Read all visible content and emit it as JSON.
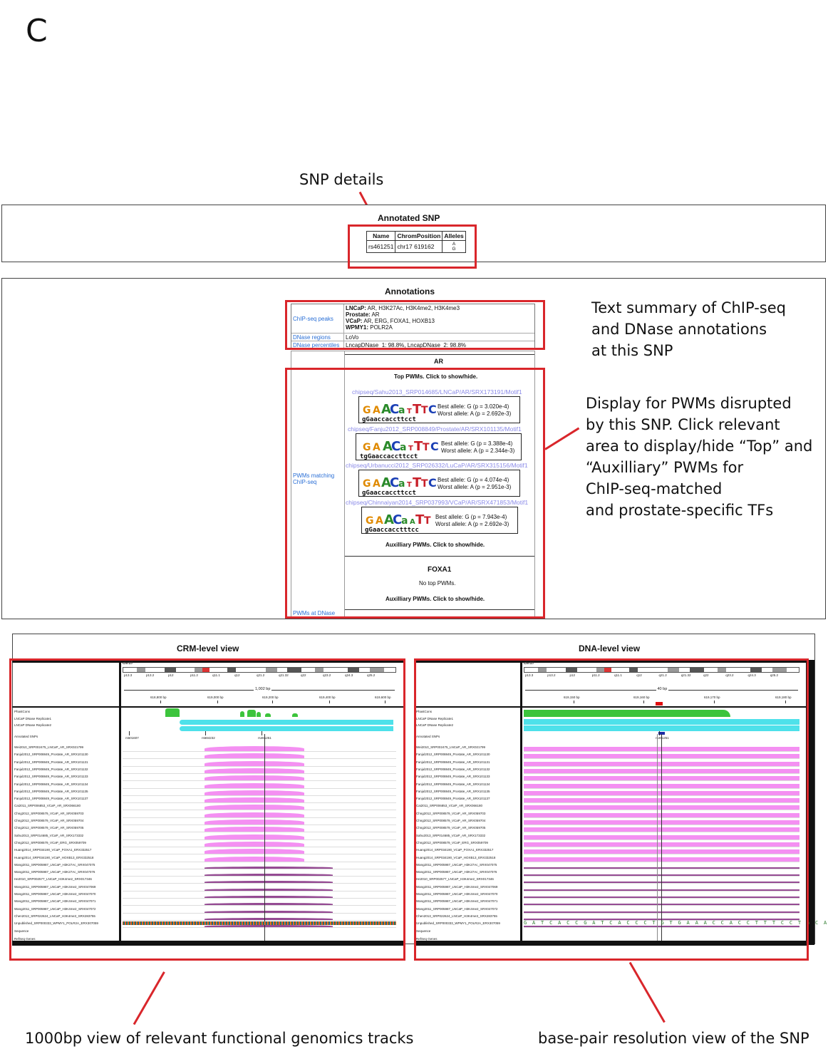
{
  "panel_label": "C",
  "callouts": {
    "snp_details": "SNP details",
    "text_summary": [
      "Text summary of ChIP-seq",
      "and DNase annotations",
      "at this SNP"
    ],
    "pwm_display": [
      "Display for PWMs disrupted",
      "by this SNP.  Click relevant",
      "area to display/hide “Top” and",
      "“Auxilliary” PWMs for",
      "ChIP-seq-matched",
      "and prostate-specific TFs"
    ],
    "crm_caption": "1000bp view of relevant functional genomics tracks",
    "dna_caption": "base-pair resolution view of the SNP"
  },
  "annotated_snp": {
    "title": "Annotated SNP",
    "headers": [
      "Name",
      "ChromPosition",
      "Alleles"
    ],
    "row": {
      "name": "rs461251",
      "chrom": "chr17",
      "position": "619162",
      "allele_a": "A",
      "allele_g": "G"
    }
  },
  "annotations": {
    "title": "Annotations",
    "chipseq_key": "ChIP-seq peaks",
    "chipseq_lines": [
      {
        "cell": "LNCaP:",
        "tfs": "AR, H3K27Ac, H3K4me2, H3K4me3"
      },
      {
        "cell": "Prostate:",
        "tfs": "AR"
      },
      {
        "cell": "VCaP:",
        "tfs": "AR, ERG, FOXA1, HOXB13"
      },
      {
        "cell": "WPMY1:",
        "tfs": "POLR2A"
      }
    ],
    "dnase_key": "DNase regions",
    "dnase_val": "LoVo",
    "dnase_pct_key": "DNase percentiles",
    "dnase_pct_val": "LncapDNase_1: 98.8%, LncapDNase_2: 98.8%",
    "pwm_key": "PWMs matching ChIP-seq",
    "pwm_dnase_key": "PWMs at DNase",
    "ar": {
      "tf": "AR",
      "top_toggle": "Top PWMs. Click to show/hide.",
      "aux_toggle": "Auxilliary PWMs. Click to show/hide.",
      "pwms": [
        {
          "link": "chipseq/Sahu2013_SRP014685/LNCaP/AR/SRX173191/Motif1",
          "seq": "gGaaccaccttcct",
          "best": "Best allele: G (p = 3.020e-4)",
          "worst": "Worst allele: A (p = 2.692e-3)"
        },
        {
          "link": "chipseq/Fanju2012_SRP008849/Prostate/AR/SRX101135/Motif1",
          "seq": "tgGaaccaccttcct",
          "best": "Best allele: G (p = 3.388e-4)",
          "worst": "Worst allele: A (p = 2.344e-3)"
        },
        {
          "link": "chipseq/Urbanucci2012_SRP026332/LuCaP/AR/SRX315156/Motif1",
          "seq": "gGaaccaccttcct",
          "best": "Best allele: G (p = 4.074e-4)",
          "worst": "Worst allele: A (p = 2.951e-3)"
        },
        {
          "link": "chipseq/Chinnaiyan2014_SRP037993/VCaP/AR/SRX471853/Motif1",
          "seq": "gGaaccacctttcc",
          "best": "Best allele: G (p = 7.943e-4)",
          "worst": "Worst allele: A (p = 2.692e-3)"
        }
      ]
    },
    "foxa1": {
      "tf": "FOXA1",
      "no_top": "No top PWMs.",
      "aux_toggle": "Auxilliary PWMs. Click to show/hide."
    }
  },
  "crm_view": {
    "title": "CRM-level view",
    "chrom": "chr17",
    "span": "1,002 bp",
    "ticks": [
      "618,800 bp",
      "619,000 bp",
      "619,200 bp",
      "619,400 bp",
      "619,600 bp"
    ],
    "snps": [
      "rs601607",
      "rs684232",
      "rs461251"
    ]
  },
  "dna_view": {
    "title": "DNA-level view",
    "chrom": "chr17",
    "span": "40 bp",
    "ticks": [
      "619,150 bp",
      "619,160 bp",
      "619,170 bp",
      "619,180 bp"
    ],
    "snps": [
      "rs461251"
    ],
    "sequence": "G A T C A C C G A T C A C C C T G T G A A A C C A C C T T T C C T G C A G A C A"
  },
  "bands": [
    "p13.3",
    "p13.2",
    "p12",
    "p11.2",
    "q11.1",
    "q12",
    "q21.2",
    "q21.32",
    "q22",
    "q23.2",
    "q24.3",
    "q25.2"
  ],
  "tracks": [
    "PhastCons",
    "LNCaP DNase Replicate1",
    "LNCaP DNase Replicate2",
    "Annotated SNPs",
    "Wei2010_SRP002475_LNCaP_AR_SRX021799",
    "Fanjul2012_SRP008849_Prostate_AR_SRX101130",
    "Fanjul2012_SRP008849_Prostate_AR_SRX101131",
    "Fanjul2012_SRP008849_Prostate_AR_SRX101132",
    "Fanjul2012_SRP008849_Prostate_AR_SRX101133",
    "Fanjul2012_SRP008849_Prostate_AR_SRX101134",
    "Fanjul2012_SRP008849_Prostate_AR_SRX101135",
    "Fanjul2012_SRP008849_Prostate_AR_SRX101137",
    "Cai2011_SRP006853_VCaP_AR_SRX066180",
    "Chng2012_SRP008579_VCaP_AR_SRX059703",
    "Chng2012_SRP008579_VCaP_AR_SRX059704",
    "Chng2012_SRP008579_VCaP_AR_SRX059705",
    "Sahu2013_SRP014685_VCaP_AR_SRX173332",
    "Chng2012_SRP008579_VCaP_ERG_SRX059709",
    "Huang2014_SRP034190_VCaP_FOXA1_ERX332517",
    "Huang2014_SRP034190_VCaP_HOXB13_ERX332518",
    "Wang2011_SRP005987_LNCaP_H3K27Ac_SRX047075",
    "Wang2011_SRP005987_LNCaP_H3K27Ac_SRX047076",
    "He2010_SRP002577_LNCaP_H3K4me2_SRX017346",
    "Wang2011_SRP005987_LNCaP_H3K4me2_SRX047069",
    "Wang2011_SRP005987_LNCaP_H3K4me2_SRX047070",
    "Wang2011_SRP005987_LNCaP_H3K4me2_SRX047071",
    "Wang2011_SRP005987_LNCaP_H3K4me2_SRX047072",
    "Chen2013_SRP022624_LNCaP_H3K4me3_SRX283755",
    "Unpublished_SRP000333_WPMY1_POLR2A_ERX307059",
    "Sequence",
    "RefSeq Genes"
  ],
  "colors": {
    "callout_red": "#d9262b",
    "link_blue": "#2a6fd6",
    "pwm_link": "#8a8ae8",
    "phastcons": "#3cc43c",
    "dnase": "#4ee1ea",
    "ar_pink": "#f27df0",
    "h3k_purple": "#7b1e78"
  }
}
